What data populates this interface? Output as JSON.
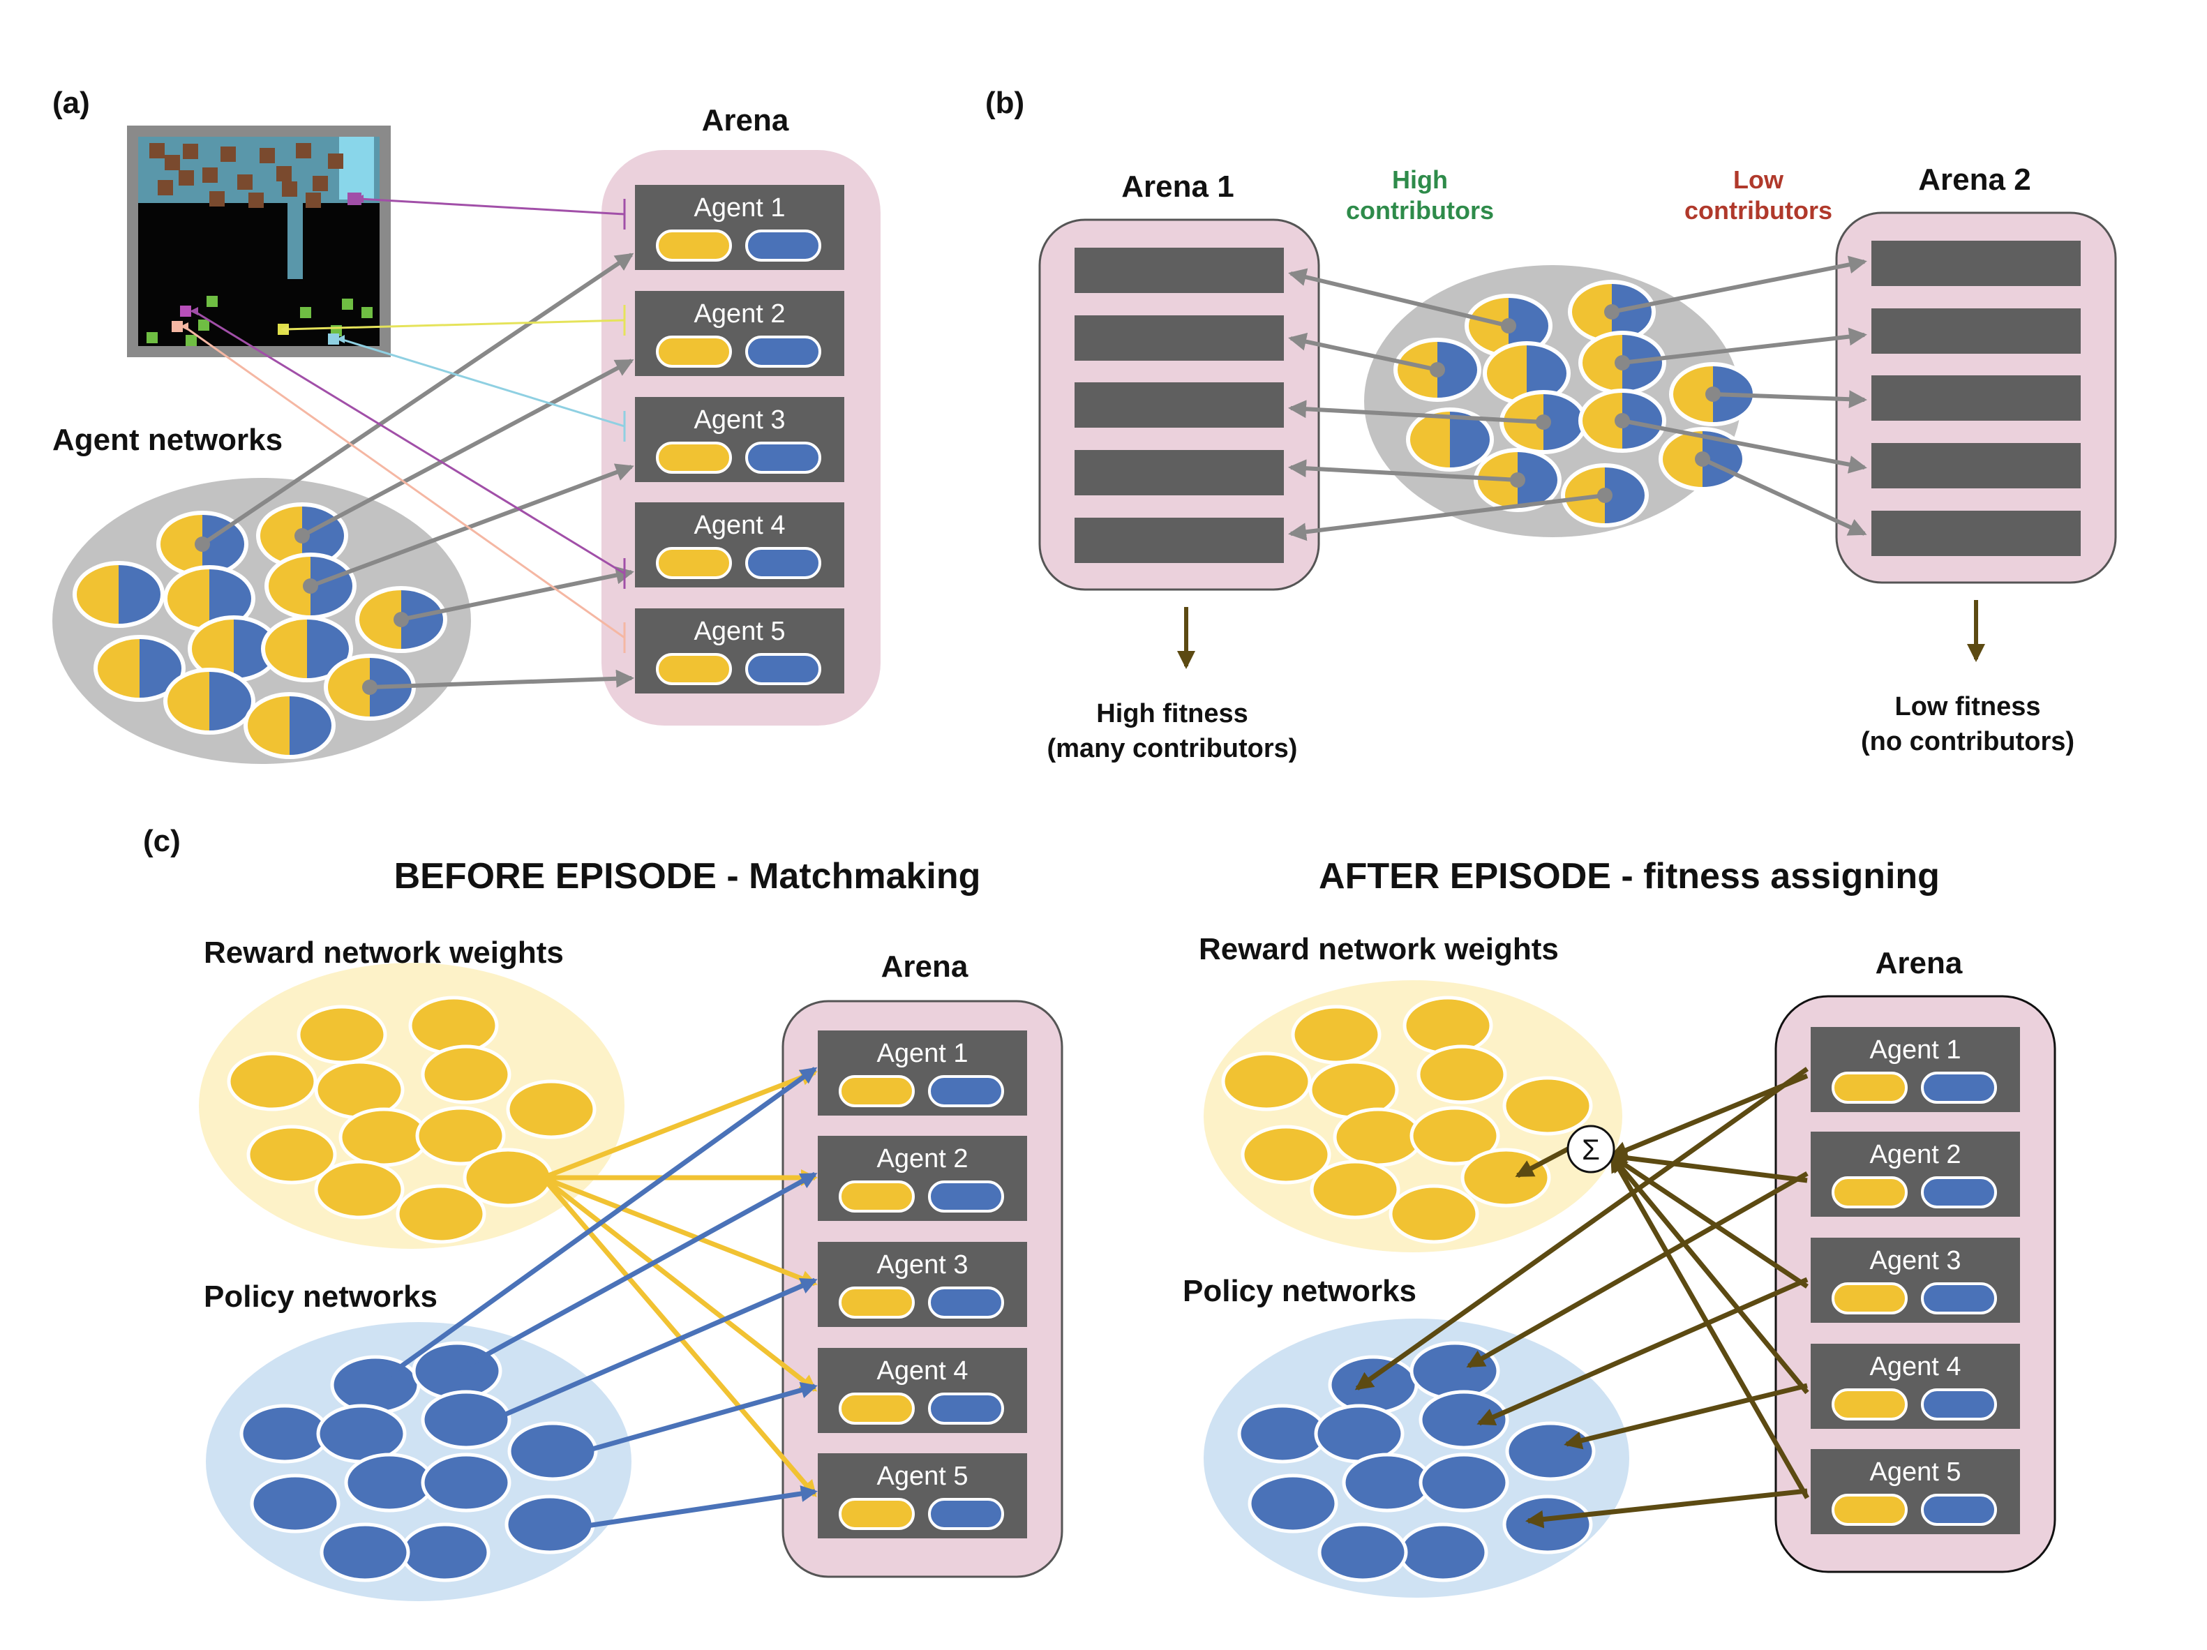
{
  "panel_a": {
    "label": "(a)",
    "arena_title": "Arena",
    "networks_label": "Agent networks",
    "agents": [
      "Agent 1",
      "Agent 2",
      "Agent 3",
      "Agent 4",
      "Agent 5"
    ],
    "pointer_colors": [
      "#a14fa8",
      "#e5e35a",
      "#8fd0e2",
      "#a14fa8",
      "#f5b7a3"
    ]
  },
  "panel_b": {
    "label": "(b)",
    "arena1_title": "Arena 1",
    "arena2_title": "Arena 2",
    "high_contrib": "High\ncontributors",
    "low_contrib": "Low\ncontributors",
    "high_fitness": "High fitness\n(many contributors)",
    "low_fitness": "Low fitness\n(no contributors)"
  },
  "panel_c": {
    "label": "(c)",
    "before_title": "BEFORE EPISODE - Matchmaking",
    "after_title": "AFTER EPISODE - fitness assigning",
    "reward_label": "Reward network weights",
    "policy_label": "Policy networks",
    "arena_title": "Arena",
    "agents": [
      "Agent 1",
      "Agent 2",
      "Agent 3",
      "Agent 4",
      "Agent 5"
    ],
    "sum_symbol": "Σ"
  },
  "colors": {
    "yellow": "#f1c232",
    "blue": "#4a72b8",
    "arena_pink": "#ebd1dc",
    "agent_gray": "#5f5f5f",
    "arrow_gray": "#888888",
    "arrow_brown": "#5c4a12",
    "high_green": "#2e8b4a",
    "low_red": "#b0392b",
    "reward_bg": "#fdf2c8",
    "policy_bg": "#cfe2f3",
    "pool_gray": "#c2c2c2"
  }
}
